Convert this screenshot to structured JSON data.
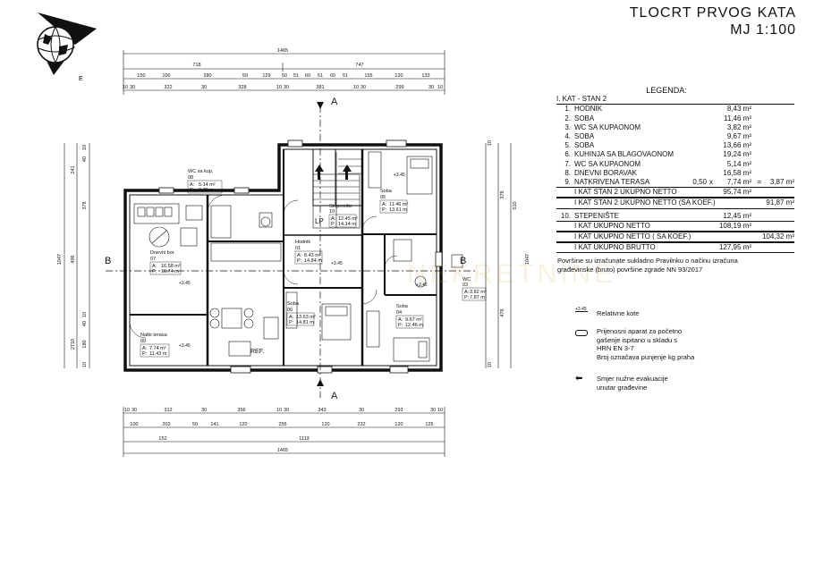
{
  "title": {
    "line1": "TLOCRT  PRVOG  KATA",
    "line2": "MJ 1:100"
  },
  "section_marks": {
    "a": "A",
    "b": "B"
  },
  "dimensions": {
    "top_total": "1465",
    "top_parts": [
      "718",
      "747"
    ],
    "top_row2": [
      "150",
      "100",
      "280",
      "59",
      "129",
      "50",
      "51",
      "60",
      "51",
      "60",
      "51",
      "155",
      "120",
      "133"
    ],
    "top_row3": [
      "10",
      "30",
      "322",
      "30",
      "328",
      "10",
      "30",
      "381",
      "10",
      "30",
      "299",
      "30",
      "10"
    ],
    "bottom_row1": [
      "10",
      "30",
      "312",
      "30",
      "356",
      "10",
      "30",
      "343",
      "30",
      "293",
      "30",
      "10"
    ],
    "bottom_row2": [
      "100",
      "203",
      "50",
      "141",
      "120",
      "255",
      "120",
      "232",
      "120",
      "125"
    ],
    "bottom_row3": [
      "152",
      "1113"
    ],
    "bottom_total": "1465",
    "left_side": [
      "1047",
      "241",
      "10",
      "40",
      "378",
      "496",
      "10",
      "40",
      "2710",
      "180",
      "10"
    ],
    "right_side": [
      "1047",
      "510",
      "378",
      "10",
      "478",
      "10"
    ]
  },
  "rooms": [
    {
      "id": "wc-kup-1",
      "name": "WC sa kup.",
      "num": "08",
      "a": "5.14 m²",
      "p": "9.78 m"
    },
    {
      "id": "stepeniste",
      "name": "Stepenište",
      "num": "10",
      "a": "12.45 m²",
      "p": "14.14 m"
    },
    {
      "id": "soba-5",
      "name": "Soba",
      "num": "05",
      "a": "11.46 m²",
      "p": "13.61 m"
    },
    {
      "id": "dnevni",
      "name": "Dnevni bor.",
      "num": "07",
      "a": "16.58 m²",
      "p": "16.74 m"
    },
    {
      "id": "hodnik",
      "name": "Hodnik",
      "num": "01",
      "a": "8.43 m²",
      "p": "14.84 m"
    },
    {
      "id": "wc-3",
      "name": "WC",
      "num": "03",
      "a": "3.82 m²",
      "p": "7.87 m"
    },
    {
      "id": "natkr",
      "name": "Natkr.terasa",
      "num": "09",
      "a": "7.74 m²",
      "p": "11.43 m"
    },
    {
      "id": "soba-6",
      "name": "Soba",
      "num": "06",
      "a": "13.63 m²",
      "p": "14.81 m"
    },
    {
      "id": "soba-4",
      "name": "Soba",
      "num": "04",
      "a": "9.67 m²",
      "p": "12.46 m"
    }
  ],
  "plan_labels": {
    "lp": "LP",
    "ref": "REF.",
    "elev1": "+3.45",
    "elev2": "+3.45",
    "elev3": "+3.45",
    "elev4": "+3.45",
    "elev5": "+3.45"
  },
  "legend": {
    "heading": "LEGENDA:",
    "section": "I. KAT - STAN 2",
    "items": [
      {
        "num": "1.",
        "name": "HODNIK",
        "area": "8,43 m²"
      },
      {
        "num": "2.",
        "name": "SOBA",
        "area": "11,46 m²"
      },
      {
        "num": "3.",
        "name": "WC SA KUPAONOM",
        "area": "3,82 m²"
      },
      {
        "num": "4.",
        "name": "SOBA",
        "area": "9,67 m²"
      },
      {
        "num": "5.",
        "name": "SOBA",
        "area": "13,66 m²"
      },
      {
        "num": "6.",
        "name": "KUHINJA SA BLAGOVAONOM",
        "area": "19,24 m²"
      },
      {
        "num": "7.",
        "name": "WC SA KUPAONOM",
        "area": "5,14 m²"
      },
      {
        "num": "8.",
        "name": "DNEVNI BORAVAK",
        "area": "16,58 m²"
      }
    ],
    "terrace": {
      "num": "9.",
      "name": "NATKRIVENA TERASA",
      "coef": "0,50",
      "x": "x",
      "area": "7,74 m²",
      "eq": "=",
      "result": "3,87 m²"
    },
    "stan_netto": {
      "label": "I KAT STAN 2  UKUPNO NETTO",
      "value": "95,74 m²"
    },
    "stan_koef": {
      "label": "I KAT STAN 2  UKUPNO NETTO  (SA KOEF.)",
      "value": "91,87 m²"
    },
    "stairs": {
      "num": "10.",
      "name": "STEPENIŠTE",
      "area": "12,45 m²"
    },
    "kat_netto": {
      "label": "I  KAT  UKUPNO NETTO",
      "value": "108,19 m²"
    },
    "kat_koef": {
      "label": "I  KAT  UKUPNO NETTO  ( SA KOEF.)",
      "value": "104,32 m²"
    },
    "kat_brutto": {
      "label": "I  KAT  UKUPNO  BRUTTO",
      "value": "127,95 m²"
    }
  },
  "note": "Površine su izračunate sukladno  Pravilnku o načinu izračuna građevinske (bruto) površine zgrade NN 93/2017",
  "keys": {
    "elev_symbol": "+3.45",
    "elev_text": "Relativne  kote",
    "ext_text1": "Prijenosni aparat za početno",
    "ext_text2": "gašenje ispitano u skladu s",
    "ext_text3": "HRN EN 3-7",
    "ext_text4": "Broj označava punjenje kg praha",
    "exit_text1": "Smjer  nužne evakuacije",
    "exit_text2": "unutar građevine"
  },
  "watermark": "NEKRETNINE"
}
